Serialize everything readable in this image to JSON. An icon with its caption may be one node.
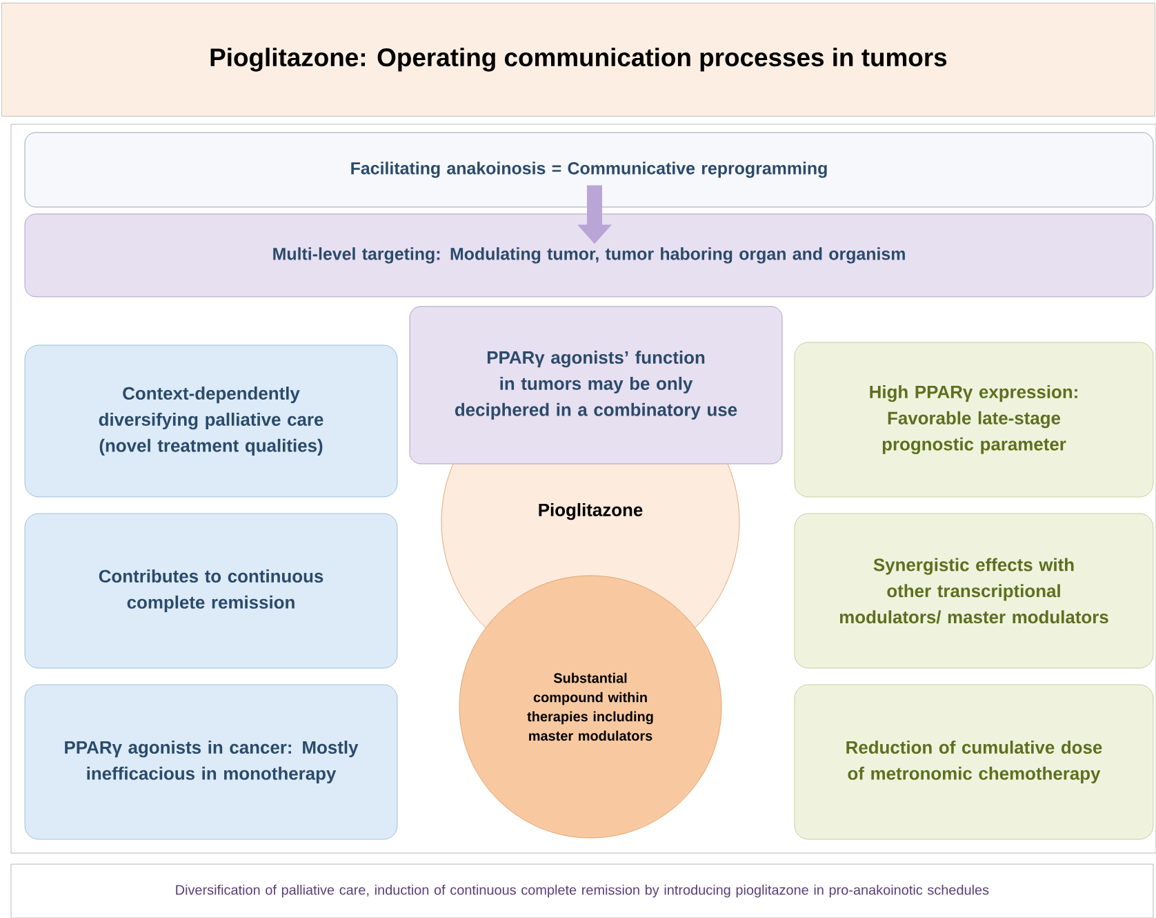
{
  "diagram": {
    "title": "Pioglitazone: Operating communication processes in tumors",
    "nodes": [
      {
        "text": [],
        "shape": "box"
      },
      {
        "text": [
          "Facilitating anakoinosis = Communicative reprogramming"
        ],
        "in": 0
      },
      {
        "text": [
          "Multi-level targeting: Modulating tumor, tumor haboring organ and organism"
        ],
        "in": 0
      },
      {
        "text": [
          "Context-dependently diversifying palliative care (novel treatment qualities)"
        ],
        "in": 0
      },
      {
        "text": [
          "PPARγ agonists’ function in tumors may be only deciphered in a combinatory use"
        ],
        "in": 0
      },
      {
        "text": [
          "High PPARγ expression: Favorable late-stage prognostic parameter"
        ],
        "in": 0
      },
      {
        "text": [
          "Pioglitazone"
        ],
        "in": 0
      },
      {
        "text": [
          "Contributes to continuous complete remission"
        ],
        "in": 0
      },
      {
        "text": [
          "Synergistic effects with other transcriptional modulators/ master modulators"
        ],
        "in": 0
      },
      {
        "text": [
          "Substantial compound within therapies including master modulators"
        ],
        "in": 0
      },
      {
        "text": [
          "PPARγ agonists in cancer: Mostly inefficacious in monotherapy"
        ],
        "in": 0
      },
      {
        "text": [
          "Reduction of cumulative dose of metronomic chemotherapy"
        ],
        "in": 0
      },
      {
        "text": [
          "Diversification of palliative care, induction of continuous complete remission by introducing pioglitazone in pro-anakoinotic schedules"
        ]
      }
    ],
    "edges": [
      {
        "from": 1,
        "to": 2,
        "arrow": "to"
      }
    ]
  }
}
